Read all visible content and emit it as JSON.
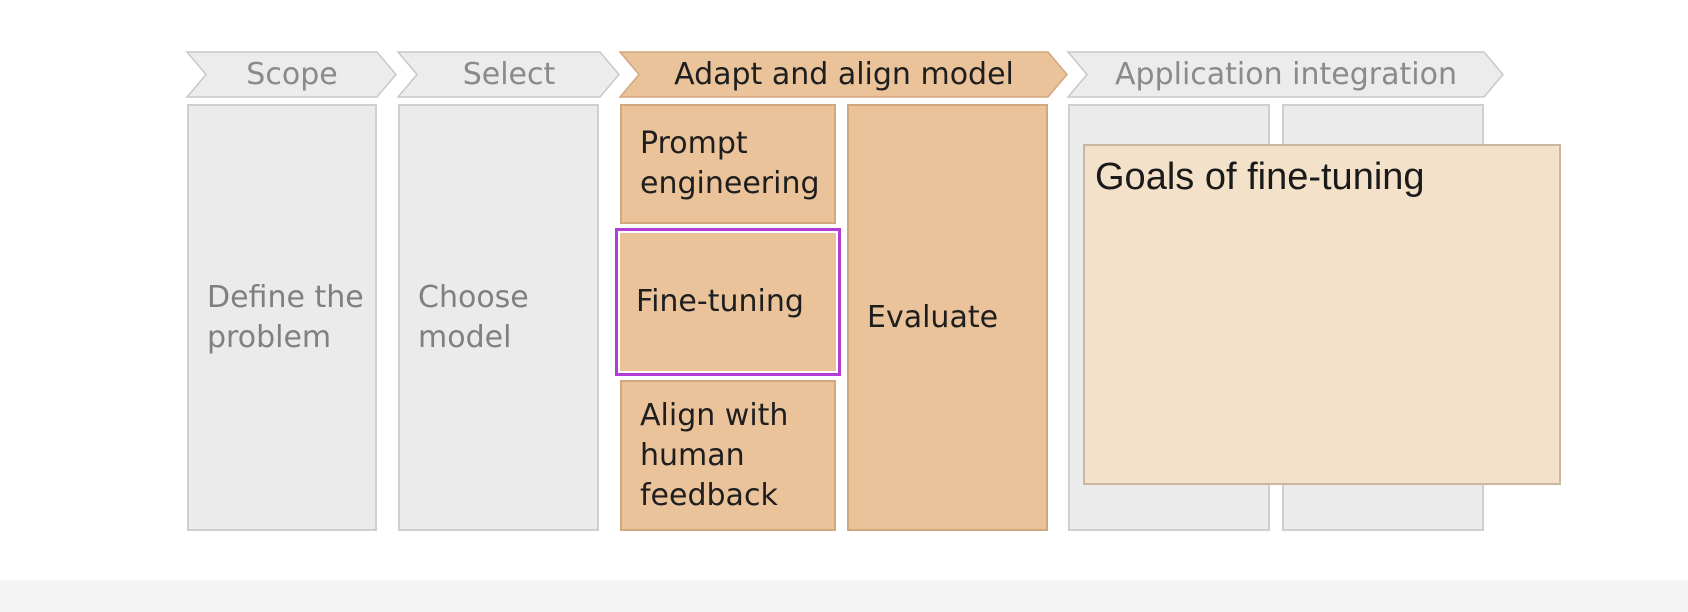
{
  "stages": [
    {
      "key": "scope",
      "label": "Scope"
    },
    {
      "key": "select",
      "label": "Select"
    },
    {
      "key": "adapt",
      "label": "Adapt and align model"
    },
    {
      "key": "integration",
      "label": "Application integration"
    }
  ],
  "boxes": {
    "define_problem": "Define the\nproblem",
    "choose_model": "Choose\nmodel",
    "prompt_engineering": "Prompt\nengineering",
    "fine_tuning": "Fine-tuning",
    "align_feedback": "Align with\nhuman\nfeedback",
    "evaluate": "Evaluate"
  },
  "highlighted_box": "Fine-tuning",
  "goals_panel": {
    "title": "Goals of fine-tuning"
  },
  "colors": {
    "gray_fill": "#ebebeb",
    "orange_fill": "#eac39a",
    "highlight": "#b23cd6",
    "panel_fill": "#f3e1c9"
  }
}
